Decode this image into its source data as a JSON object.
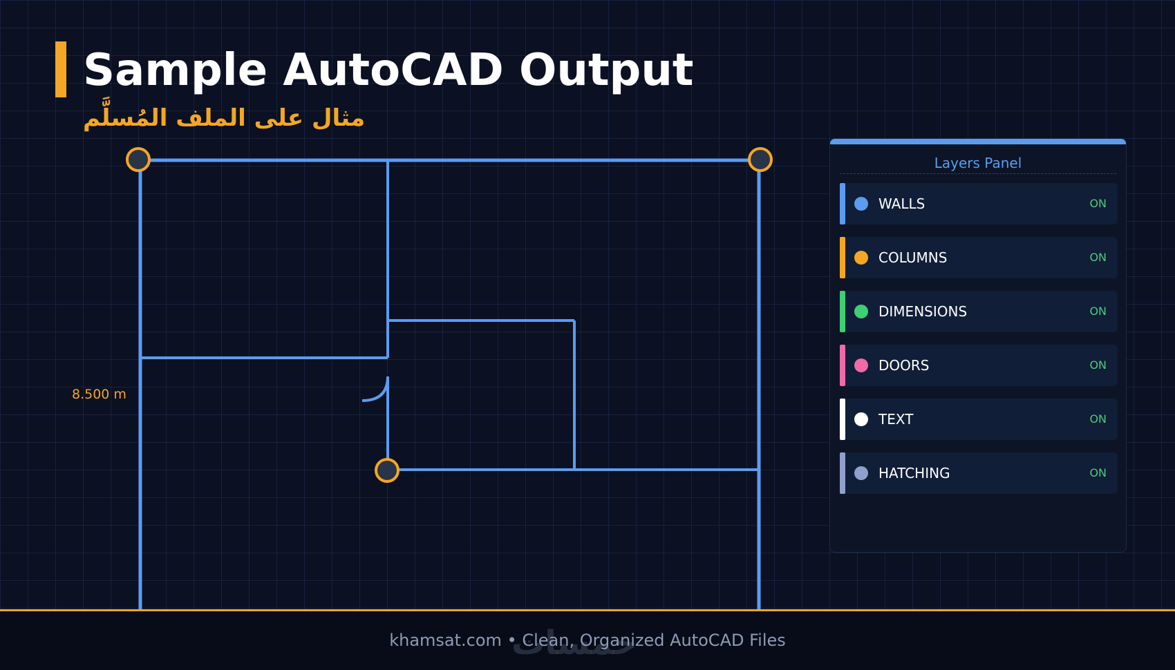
{
  "header": {
    "title": "Sample AutoCAD Output",
    "subtitle": "مثال على الملف المُسلَّم"
  },
  "drawing": {
    "dimension_label": "8.500 m",
    "colors": {
      "wall": "#5b9cf0",
      "column_fill": "#2a3448",
      "column_stroke": "#f5a623"
    }
  },
  "layers_panel": {
    "title": "Layers Panel",
    "layers": [
      {
        "name": "WALLS",
        "state": "ON",
        "color": "#5b9cf0"
      },
      {
        "name": "COLUMNS",
        "state": "ON",
        "color": "#f5a623"
      },
      {
        "name": "DIMENSIONS",
        "state": "ON",
        "color": "#3ecf74"
      },
      {
        "name": "DOORS",
        "state": "ON",
        "color": "#f06aa8"
      },
      {
        "name": "TEXT",
        "state": "ON",
        "color": "#ffffff"
      },
      {
        "name": "HATCHING",
        "state": "ON",
        "color": "#8fa0cc"
      }
    ]
  },
  "footer": {
    "text": "khamsat.com  •  Clean, Organized AutoCAD Files",
    "watermark": "خمسات"
  }
}
